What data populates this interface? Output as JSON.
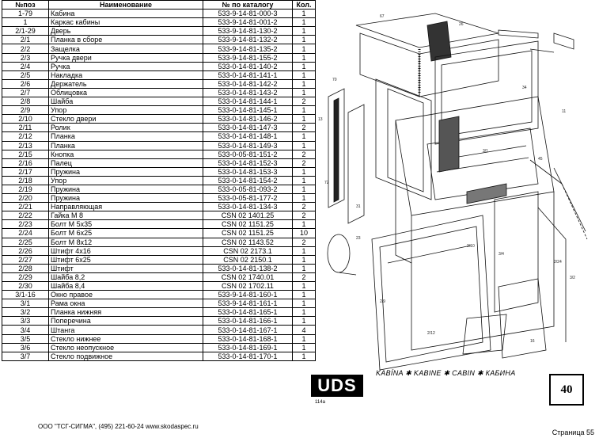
{
  "table": {
    "headers": {
      "num": "№поз",
      "name": "Наименование",
      "catalog": "№ по каталогу",
      "qty": "Кол."
    },
    "rows": [
      {
        "num": "1-79",
        "name": "Кабина",
        "catalog": "533-9-14-81-000-3",
        "qty": "1"
      },
      {
        "num": "1",
        "name": "Каркас кабины",
        "catalog": "533-9-14-81-001-2",
        "qty": "1"
      },
      {
        "num": "2/1-29",
        "name": "Дверь",
        "catalog": "533-9-14-81-130-2",
        "qty": "1"
      },
      {
        "num": "2/1",
        "name": "Планка в сборе",
        "catalog": "533-9-14-81-132-2",
        "qty": "1"
      },
      {
        "num": "2/2",
        "name": "Защелка",
        "catalog": "533-9-14-81-135-2",
        "qty": "1"
      },
      {
        "num": "2/3",
        "name": "Ручка двери",
        "catalog": "533-9-14-81-155-2",
        "qty": "1"
      },
      {
        "num": "2/4",
        "name": "Ручка",
        "catalog": "533-0-14-81-140-2",
        "qty": "1"
      },
      {
        "num": "2/5",
        "name": "Накладка",
        "catalog": "533-0-14-81-141-1",
        "qty": "1"
      },
      {
        "num": "2/6",
        "name": "Держатель",
        "catalog": "533-0-14-81-142-2",
        "qty": "1"
      },
      {
        "num": "2/7",
        "name": "Облицовка",
        "catalog": "533-0-14-81-143-2",
        "qty": "1"
      },
      {
        "num": "2/8",
        "name": "Шайба",
        "catalog": "533-0-14-81-144-1",
        "qty": "2"
      },
      {
        "num": "2/9",
        "name": "Упор",
        "catalog": "533-0-14-81-145-1",
        "qty": "1"
      },
      {
        "num": "2/10",
        "name": "Стекло двери",
        "catalog": "533-0-14-81-146-2",
        "qty": "1"
      },
      {
        "num": "2/11",
        "name": "Ролик",
        "catalog": "533-0-14-81-147-3",
        "qty": "2"
      },
      {
        "num": "2/12",
        "name": "Планка",
        "catalog": "533-0-14-81-148-1",
        "qty": "1"
      },
      {
        "num": "2/13",
        "name": "Планка",
        "catalog": "533-0-14-81-149-3",
        "qty": "1"
      },
      {
        "num": "2/15",
        "name": "Кнопка",
        "catalog": "533-0-05-81-151-2",
        "qty": "2"
      },
      {
        "num": "2/16",
        "name": "Палец",
        "catalog": "533-0-14-81-152-3",
        "qty": "2"
      },
      {
        "num": "2/17",
        "name": "Пружина",
        "catalog": "533-0-14-81-153-3",
        "qty": "1"
      },
      {
        "num": "2/18",
        "name": "Упор",
        "catalog": "533-0-14-81-154-2",
        "qty": "1"
      },
      {
        "num": "2/19",
        "name": "Пружина",
        "catalog": "533-0-05-81-093-2",
        "qty": "1"
      },
      {
        "num": "2/20",
        "name": "Пружина",
        "catalog": "533-0-05-81-177-2",
        "qty": "1"
      },
      {
        "num": "2/21",
        "name": "Направляющая",
        "catalog": "533-0-14-81-134-3",
        "qty": "2"
      },
      {
        "num": "2/22",
        "name": "Гайка М 8",
        "catalog": "CSN 02 1401.25",
        "qty": "2"
      },
      {
        "num": "2/23",
        "name": "Болт М 5x35",
        "catalog": "CSN 02 1151.25",
        "qty": "1"
      },
      {
        "num": "2/24",
        "name": "Болт М 6x25",
        "catalog": "CSN 02 1151.25",
        "qty": "10"
      },
      {
        "num": "2/25",
        "name": "Болт М 8x12",
        "catalog": "CSN 02 1143.52",
        "qty": "2"
      },
      {
        "num": "2/26",
        "name": "Штифт 4x16",
        "catalog": "CSN 02 2173.1",
        "qty": "1"
      },
      {
        "num": "2/27",
        "name": "Штифт 6x25",
        "catalog": "CSN 02 2150.1",
        "qty": "1"
      },
      {
        "num": "2/28",
        "name": "Штифт",
        "catalog": "533-0-14-81-138-2",
        "qty": "1"
      },
      {
        "num": "2/29",
        "name": "Шайба 8,2",
        "catalog": "CSN 02 1740.01",
        "qty": "2"
      },
      {
        "num": "2/30",
        "name": "Шайба 8,4",
        "catalog": "CSN 02 1702.11",
        "qty": "1"
      },
      {
        "num": "3/1-16",
        "name": "Окно правое",
        "catalog": "533-9-14-81-160-1",
        "qty": "1"
      },
      {
        "num": "3/1",
        "name": "Рама окна",
        "catalog": "533-9-14-81-161-1",
        "qty": "1"
      },
      {
        "num": "3/2",
        "name": "Планка нижняя",
        "catalog": "533-0-14-81-165-1",
        "qty": "1"
      },
      {
        "num": "3/3",
        "name": "Поперечина",
        "catalog": "533-0-14-81-166-1",
        "qty": "1"
      },
      {
        "num": "3/4",
        "name": "Штанга",
        "catalog": "533-0-14-81-167-1",
        "qty": "4"
      },
      {
        "num": "3/5",
        "name": "Стекло нижнее",
        "catalog": "533-0-14-81-168-1",
        "qty": "1"
      },
      {
        "num": "3/6",
        "name": "Стекло неопускное",
        "catalog": "533-0-14-81-169-1",
        "qty": "1"
      },
      {
        "num": "3/7",
        "name": "Стекло подвижное",
        "catalog": "533-0-14-81-170-1",
        "qty": "1"
      }
    ]
  },
  "diagram": {
    "logo": "UDS",
    "title": "KABÍNA ✱ KABINE ✱ CABIN ✱ КАБИНА",
    "sheet_number": "40",
    "code": "114a"
  },
  "footer": {
    "left": "ООО \"ТСГ-СИГМА\", (495) 221-60-24 www.skodaspec.ru",
    "right": "Страница 55"
  }
}
